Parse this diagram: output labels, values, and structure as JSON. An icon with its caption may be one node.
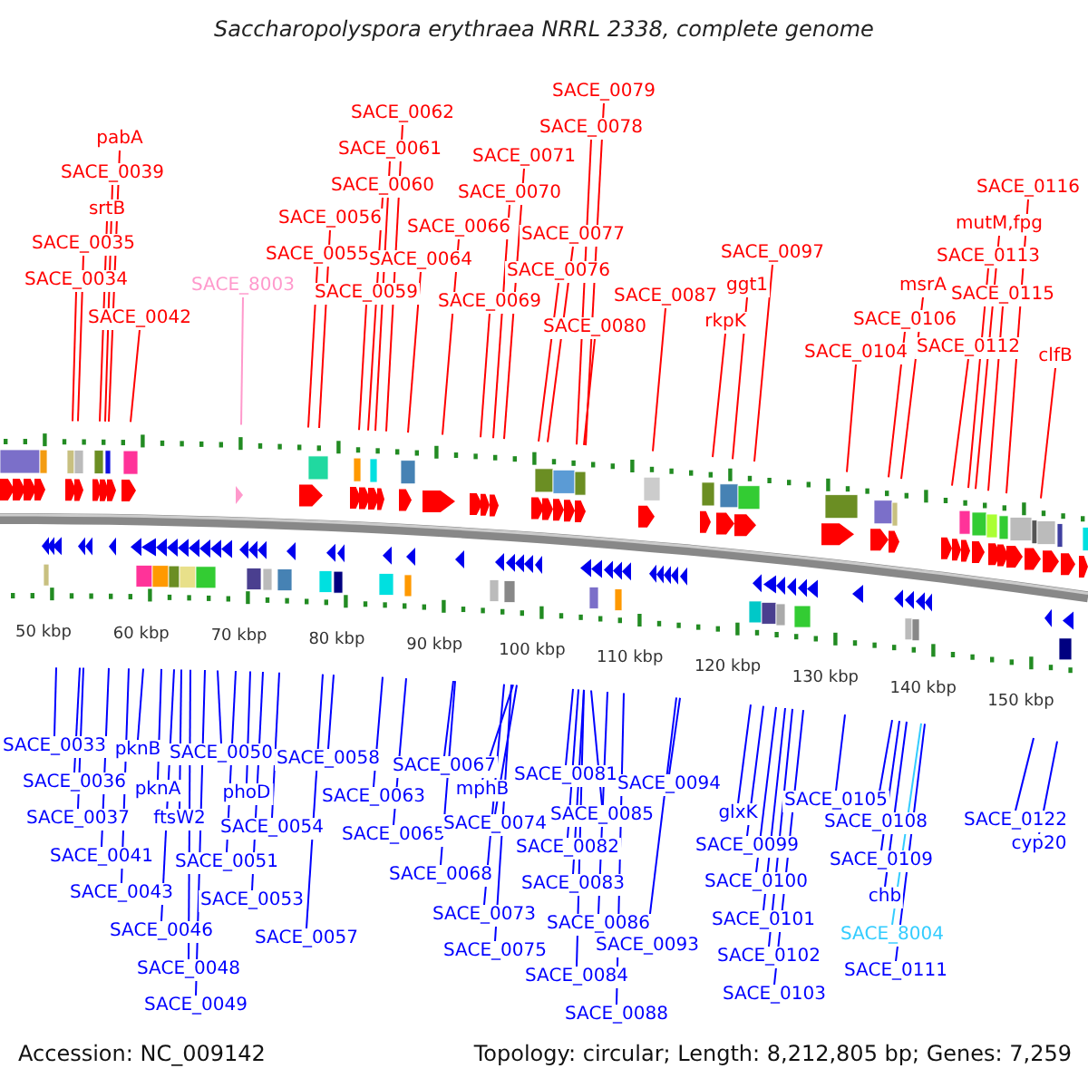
{
  "diagram": {
    "title": "Saccharopolyspora erythraea NRRL 2338, complete genome",
    "nodes": [
      {
        "text": [
          "pabA"
        ]
      },
      {
        "text": [
          "SACE_0039"
        ]
      },
      {
        "text": [
          "srtB"
        ]
      },
      {
        "text": [
          "SACE_0035"
        ]
      },
      {
        "text": [
          "SACE_0034"
        ]
      },
      {
        "text": [
          "SACE_0042"
        ]
      },
      {
        "text": [
          "SACE_8003"
        ]
      },
      {
        "text": [
          "SACE_0055"
        ]
      },
      {
        "text": [
          "SACE_0056"
        ]
      },
      {
        "text": [
          "SACE_0059"
        ]
      },
      {
        "text": [
          "SACE_0060"
        ]
      },
      {
        "text": [
          "SACE_0061"
        ]
      },
      {
        "text": [
          "SACE_0062"
        ]
      },
      {
        "text": [
          "SACE_0064"
        ]
      },
      {
        "text": [
          "SACE_0066"
        ]
      },
      {
        "text": [
          "SACE_0069"
        ]
      },
      {
        "text": [
          "SACE_0070"
        ]
      },
      {
        "text": [
          "SACE_0071"
        ]
      },
      {
        "text": [
          "SACE_0076"
        ]
      },
      {
        "text": [
          "SACE_0077"
        ]
      },
      {
        "text": [
          "SACE_0078"
        ]
      },
      {
        "text": [
          "SACE_0079"
        ]
      },
      {
        "text": [
          "SACE_0080"
        ]
      },
      {
        "text": [
          "SACE_0087"
        ]
      },
      {
        "text": [
          "rkpK"
        ]
      },
      {
        "text": [
          "ggt1"
        ]
      },
      {
        "text": [
          "SACE_0097"
        ]
      },
      {
        "text": [
          "SACE_0104"
        ]
      },
      {
        "text": [
          "SACE_0106"
        ]
      },
      {
        "text": [
          "msrA"
        ]
      },
      {
        "text": [
          "SACE_0112"
        ]
      },
      {
        "text": [
          "SACE_0113"
        ]
      },
      {
        "text": [
          "mutM,fpg"
        ]
      },
      {
        "text": [
          "SACE_0115"
        ]
      },
      {
        "text": [
          "SACE_0116"
        ]
      },
      {
        "text": [
          "clfB"
        ]
      },
      {
        "text": [
          "SACE_0033"
        ]
      },
      {
        "text": [
          "SACE_0036"
        ]
      },
      {
        "text": [
          "SACE_0037"
        ]
      },
      {
        "text": [
          "SACE_0041"
        ]
      },
      {
        "text": [
          "SACE_0043"
        ]
      },
      {
        "text": [
          "pknB"
        ]
      },
      {
        "text": [
          "pknA"
        ]
      },
      {
        "text": [
          "ftsW2"
        ]
      },
      {
        "text": [
          "SACE_0046"
        ]
      },
      {
        "text": [
          "SACE_0048"
        ]
      },
      {
        "text": [
          "SACE_0049"
        ]
      },
      {
        "text": [
          "SACE_0050"
        ]
      },
      {
        "text": [
          "phoD"
        ]
      },
      {
        "text": [
          "SACE_0051"
        ]
      },
      {
        "text": [
          "SACE_0053"
        ]
      },
      {
        "text": [
          "SACE_0054"
        ]
      },
      {
        "text": [
          "SACE_0057"
        ]
      },
      {
        "text": [
          "SACE_0058"
        ]
      },
      {
        "text": [
          "SACE_0063"
        ]
      },
      {
        "text": [
          "SACE_0065"
        ]
      },
      {
        "text": [
          "SACE_0067"
        ]
      },
      {
        "text": [
          "mphB"
        ]
      },
      {
        "text": [
          "SACE_0068"
        ]
      },
      {
        "text": [
          "SACE_0074"
        ]
      },
      {
        "text": [
          "SACE_0073"
        ]
      },
      {
        "text": [
          "SACE_0075"
        ]
      },
      {
        "text": [
          "SACE_0081"
        ]
      },
      {
        "text": [
          "SACE_0085"
        ]
      },
      {
        "text": [
          "SACE_0082"
        ]
      },
      {
        "text": [
          "SACE_0083"
        ]
      },
      {
        "text": [
          "SACE_0086"
        ]
      },
      {
        "text": [
          "SACE_0084"
        ]
      },
      {
        "text": [
          "SACE_0093"
        ]
      },
      {
        "text": [
          "SACE_0088"
        ]
      },
      {
        "text": [
          "SACE_0094"
        ]
      },
      {
        "text": [
          "glxK"
        ]
      },
      {
        "text": [
          "SACE_0099"
        ]
      },
      {
        "text": [
          "SACE_0100"
        ]
      },
      {
        "text": [
          "SACE_0101"
        ]
      },
      {
        "text": [
          "SACE_0102"
        ]
      },
      {
        "text": [
          "SACE_0103"
        ]
      },
      {
        "text": [
          "SACE_0105"
        ]
      },
      {
        "text": [
          "SACE_0108"
        ]
      },
      {
        "text": [
          "SACE_0109"
        ]
      },
      {
        "text": [
          "chb"
        ]
      },
      {
        "text": [
          "SACE_8004"
        ]
      },
      {
        "text": [
          "SACE_0111"
        ]
      },
      {
        "text": [
          "SACE_0122"
        ]
      },
      {
        "text": [
          "cyp20"
        ]
      }
    ],
    "edges": [
      {
        "from": 0,
        "to": null,
        "arrow": "none",
        "color": "#ff0000"
      },
      {
        "from": 1,
        "to": null,
        "arrow": "none",
        "color": "#ff0000"
      },
      {
        "from": 2,
        "to": null,
        "arrow": "none",
        "color": "#ff0000"
      },
      {
        "from": 3,
        "to": null,
        "arrow": "none",
        "color": "#ff0000"
      },
      {
        "from": 4,
        "to": null,
        "arrow": "none",
        "color": "#ff0000"
      },
      {
        "from": 5,
        "to": null,
        "arrow": "none",
        "color": "#ff0000"
      },
      {
        "from": 6,
        "to": null,
        "arrow": "none",
        "color": "#ff99cc"
      },
      {
        "from": 7,
        "to": null,
        "arrow": "none",
        "color": "#ff0000"
      },
      {
        "from": 8,
        "to": null,
        "arrow": "none",
        "color": "#ff0000"
      },
      {
        "from": 9,
        "to": null,
        "arrow": "none",
        "color": "#ff0000"
      },
      {
        "from": 10,
        "to": null,
        "arrow": "none",
        "color": "#ff0000"
      },
      {
        "from": 11,
        "to": null,
        "arrow": "none",
        "color": "#ff0000"
      },
      {
        "from": 12,
        "to": null,
        "arrow": "none",
        "color": "#ff0000"
      },
      {
        "from": 13,
        "to": null,
        "arrow": "none",
        "color": "#ff0000"
      },
      {
        "from": 14,
        "to": null,
        "arrow": "none",
        "color": "#ff0000"
      },
      {
        "from": 15,
        "to": null,
        "arrow": "none",
        "color": "#ff0000"
      },
      {
        "from": 16,
        "to": null,
        "arrow": "none",
        "color": "#ff0000"
      },
      {
        "from": 17,
        "to": null,
        "arrow": "none",
        "color": "#ff0000"
      },
      {
        "from": 18,
        "to": null,
        "arrow": "none",
        "color": "#ff0000"
      },
      {
        "from": 19,
        "to": null,
        "arrow": "none",
        "color": "#ff0000"
      },
      {
        "from": 20,
        "to": null,
        "arrow": "none",
        "color": "#ff0000"
      },
      {
        "from": 21,
        "to": null,
        "arrow": "none",
        "color": "#ff0000"
      },
      {
        "from": 22,
        "to": null,
        "arrow": "none",
        "color": "#ff0000"
      },
      {
        "from": 23,
        "to": null,
        "arrow": "none",
        "color": "#ff0000"
      },
      {
        "from": 24,
        "to": null,
        "arrow": "none",
        "color": "#ff0000"
      },
      {
        "from": 25,
        "to": null,
        "arrow": "none",
        "color": "#ff0000"
      },
      {
        "from": 26,
        "to": null,
        "arrow": "none",
        "color": "#ff0000"
      },
      {
        "from": 27,
        "to": null,
        "arrow": "none",
        "color": "#ff0000"
      },
      {
        "from": 28,
        "to": null,
        "arrow": "none",
        "color": "#ff0000"
      },
      {
        "from": 29,
        "to": null,
        "arrow": "none",
        "color": "#ff0000"
      },
      {
        "from": 30,
        "to": null,
        "arrow": "none",
        "color": "#ff0000"
      },
      {
        "from": 31,
        "to": null,
        "arrow": "none",
        "color": "#ff0000"
      },
      {
        "from": 32,
        "to": null,
        "arrow": "none",
        "color": "#ff0000"
      },
      {
        "from": 33,
        "to": null,
        "arrow": "none",
        "color": "#ff0000"
      },
      {
        "from": 34,
        "to": null,
        "arrow": "none",
        "color": "#ff0000"
      },
      {
        "from": 35,
        "to": null,
        "arrow": "none",
        "color": "#ff0000"
      },
      {
        "from": 36,
        "to": null,
        "arrow": "none"
      },
      {
        "from": 37,
        "to": null,
        "arrow": "none"
      },
      {
        "from": 38,
        "to": null,
        "arrow": "none"
      },
      {
        "from": 39,
        "to": null,
        "arrow": "none"
      },
      {
        "from": 40,
        "to": null,
        "arrow": "none"
      },
      {
        "from": 41,
        "to": null,
        "arrow": "none"
      },
      {
        "from": 42,
        "to": null,
        "arrow": "none"
      },
      {
        "from": 43,
        "to": null,
        "arrow": "none"
      },
      {
        "from": 44,
        "to": null,
        "arrow": "none"
      },
      {
        "from": 45,
        "to": null,
        "arrow": "none"
      },
      {
        "from": 46,
        "to": null,
        "arrow": "none"
      },
      {
        "from": 47,
        "to": null,
        "arrow": "none"
      },
      {
        "from": 48,
        "to": null,
        "arrow": "none"
      },
      {
        "from": 49,
        "to": null,
        "arrow": "none"
      },
      {
        "from": 50,
        "to": null,
        "arrow": "none"
      },
      {
        "from": 51,
        "to": null,
        "arrow": "none"
      },
      {
        "from": 52,
        "to": null,
        "arrow": "none"
      },
      {
        "from": 53,
        "to": null,
        "arrow": "none"
      },
      {
        "from": 54,
        "to": null,
        "arrow": "none"
      },
      {
        "from": 55,
        "to": null,
        "arrow": "none"
      },
      {
        "from": 56,
        "to": null,
        "arrow": "none"
      },
      {
        "from": 57,
        "to": null,
        "arrow": "none"
      },
      {
        "from": 58,
        "to": null,
        "arrow": "none"
      },
      {
        "from": 59,
        "to": null,
        "arrow": "none"
      },
      {
        "from": 60,
        "to": null,
        "arrow": "none"
      },
      {
        "from": 61,
        "to": null,
        "arrow": "none"
      },
      {
        "from": 62,
        "to": null,
        "arrow": "none"
      },
      {
        "from": 63,
        "to": null,
        "arrow": "none"
      },
      {
        "from": 64,
        "to": null,
        "arrow": "none"
      },
      {
        "from": 65,
        "to": null,
        "arrow": "none"
      },
      {
        "from": 66,
        "to": null,
        "arrow": "none"
      },
      {
        "from": 67,
        "to": null,
        "arrow": "none"
      },
      {
        "from": 68,
        "to": null,
        "arrow": "none"
      },
      {
        "from": 69,
        "to": null,
        "arrow": "none"
      },
      {
        "from": 70,
        "to": null,
        "arrow": "none"
      },
      {
        "from": 71,
        "to": null,
        "arrow": "none"
      },
      {
        "from": 72,
        "to": null,
        "arrow": "none"
      },
      {
        "from": 73,
        "to": null,
        "arrow": "none"
      },
      {
        "from": 74,
        "to": null,
        "arrow": "none"
      },
      {
        "from": 75,
        "to": null,
        "arrow": "none"
      },
      {
        "from": 76,
        "to": null,
        "arrow": "none"
      },
      {
        "from": 77,
        "to": null,
        "arrow": "none"
      },
      {
        "from": 78,
        "to": null,
        "arrow": "none"
      },
      {
        "from": 79,
        "to": null,
        "arrow": "none"
      },
      {
        "from": 80,
        "to": null,
        "arrow": "none"
      },
      {
        "from": 81,
        "to": null,
        "arrow": "none",
        "color": "#33ccff"
      },
      {
        "from": 82,
        "to": null,
        "arrow": "none"
      },
      {
        "from": 83,
        "to": null,
        "arrow": "none"
      },
      {
        "from": 84,
        "to": null,
        "arrow": "none"
      }
    ],
    "labels": [
      "50 kbp",
      "60 kbp",
      "70 kbp",
      "80 kbp",
      "90 kbp",
      "100 kbp",
      "110 kbp",
      "120 kbp",
      "130 kbp",
      "140 kbp",
      "150 kbp",
      "Accession: NC_009142",
      "Topology: circular; Length: 8,212,805 bp; Genes: 7,259"
    ]
  }
}
